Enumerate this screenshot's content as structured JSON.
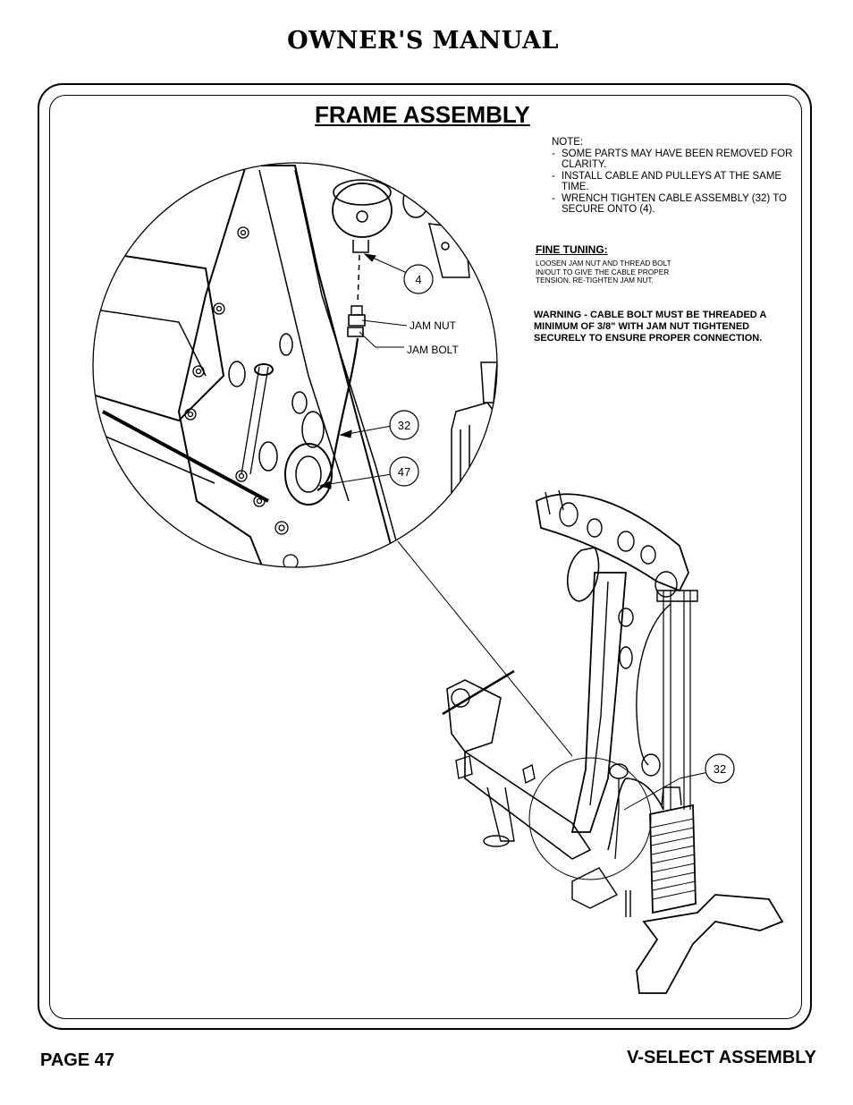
{
  "header": {
    "title": "OWNER'S MANUAL"
  },
  "section": {
    "title": "FRAME ASSEMBLY"
  },
  "note": {
    "heading": "NOTE:",
    "items": [
      "SOME PARTS MAY HAVE BEEN REMOVED FOR CLARITY.",
      "INSTALL CABLE AND PULLEYS AT THE SAME TIME.",
      "WRENCH TIGHTEN CABLE ASSEMBLY (32) TO SECURE ONTO (4)."
    ]
  },
  "fine_tuning": {
    "title": "FINE TUNING:",
    "text": "LOOSEN JAM NUT AND THREAD BOLT IN/OUT TO GIVE THE CABLE PROPER TENSION.  RE-TIGHTEN JAM NUT."
  },
  "warning": "WARNING - CABLE BOLT MUST BE THREADED A MINIMUM OF 3/8\" WITH JAM NUT TIGHTENED SECURELY TO ENSURE PROPER CONNECTION.",
  "callouts": {
    "part_4": "4",
    "jam_nut": "JAM NUT",
    "jam_bolt": "JAM BOLT",
    "part_32_detail": "32",
    "part_47": "47",
    "part_32_main": "32"
  },
  "footer": {
    "page": "PAGE 47",
    "section": "V-SELECT ASSEMBLY"
  }
}
